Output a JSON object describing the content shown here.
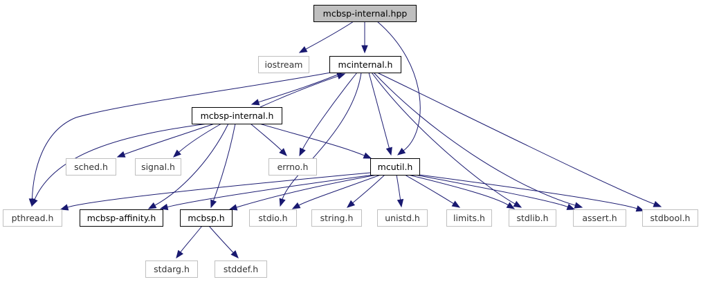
{
  "nodes": [
    {
      "id": "n-mcbsp-internal-hpp",
      "label": "mcbsp-internal.hpp",
      "kind": "root"
    },
    {
      "id": "n-iostream",
      "label": "iostream",
      "kind": "sys"
    },
    {
      "id": "n-mcinternal-h",
      "label": "mcinternal.h",
      "kind": "doc"
    },
    {
      "id": "n-mcbsp-internal-h",
      "label": "mcbsp-internal.h",
      "kind": "doc"
    },
    {
      "id": "n-sched-h",
      "label": "sched.h",
      "kind": "sys"
    },
    {
      "id": "n-signal-h",
      "label": "signal.h",
      "kind": "sys"
    },
    {
      "id": "n-errno-h",
      "label": "errno.h",
      "kind": "sys"
    },
    {
      "id": "n-mcutil-h",
      "label": "mcutil.h",
      "kind": "doc"
    },
    {
      "id": "n-pthread-h",
      "label": "pthread.h",
      "kind": "sys"
    },
    {
      "id": "n-mcbsp-affinity-h",
      "label": "mcbsp-affinity.h",
      "kind": "doc"
    },
    {
      "id": "n-mcbsp-h",
      "label": "mcbsp.h",
      "kind": "doc"
    },
    {
      "id": "n-stdio-h",
      "label": "stdio.h",
      "kind": "sys"
    },
    {
      "id": "n-string-h",
      "label": "string.h",
      "kind": "sys"
    },
    {
      "id": "n-unistd-h",
      "label": "unistd.h",
      "kind": "sys"
    },
    {
      "id": "n-limits-h",
      "label": "limits.h",
      "kind": "sys"
    },
    {
      "id": "n-stdlib-h",
      "label": "stdlib.h",
      "kind": "sys"
    },
    {
      "id": "n-assert-h",
      "label": "assert.h",
      "kind": "sys"
    },
    {
      "id": "n-stdbool-h",
      "label": "stdbool.h",
      "kind": "sys"
    },
    {
      "id": "n-stdarg-h",
      "label": "stdarg.h",
      "kind": "sys"
    },
    {
      "id": "n-stddef-h",
      "label": "stddef.h",
      "kind": "sys"
    }
  ],
  "edges": [
    {
      "from": "n-mcbsp-internal-hpp",
      "to": "n-iostream"
    },
    {
      "from": "n-mcbsp-internal-hpp",
      "to": "n-mcinternal-h"
    },
    {
      "from": "n-mcbsp-internal-hpp",
      "to": "n-mcutil-h"
    },
    {
      "from": "n-mcinternal-h",
      "to": "n-mcbsp-internal-h"
    },
    {
      "from": "n-mcinternal-h",
      "to": "n-pthread-h"
    },
    {
      "from": "n-mcinternal-h",
      "to": "n-errno-h"
    },
    {
      "from": "n-mcinternal-h",
      "to": "n-stdio-h"
    },
    {
      "from": "n-mcinternal-h",
      "to": "n-mcutil-h"
    },
    {
      "from": "n-mcinternal-h",
      "to": "n-stdlib-h"
    },
    {
      "from": "n-mcinternal-h",
      "to": "n-assert-h"
    },
    {
      "from": "n-mcinternal-h",
      "to": "n-stdbool-h"
    },
    {
      "from": "n-mcbsp-internal-h",
      "to": "n-mcinternal-h"
    },
    {
      "from": "n-mcbsp-internal-h",
      "to": "n-pthread-h"
    },
    {
      "from": "n-mcbsp-internal-h",
      "to": "n-sched-h"
    },
    {
      "from": "n-mcbsp-internal-h",
      "to": "n-signal-h"
    },
    {
      "from": "n-mcbsp-internal-h",
      "to": "n-errno-h"
    },
    {
      "from": "n-mcbsp-internal-h",
      "to": "n-mcutil-h"
    },
    {
      "from": "n-mcbsp-internal-h",
      "to": "n-mcbsp-affinity-h"
    },
    {
      "from": "n-mcbsp-internal-h",
      "to": "n-mcbsp-h"
    },
    {
      "from": "n-mcutil-h",
      "to": "n-pthread-h"
    },
    {
      "from": "n-mcutil-h",
      "to": "n-mcbsp-affinity-h"
    },
    {
      "from": "n-mcutil-h",
      "to": "n-mcbsp-h"
    },
    {
      "from": "n-mcutil-h",
      "to": "n-stdio-h"
    },
    {
      "from": "n-mcutil-h",
      "to": "n-string-h"
    },
    {
      "from": "n-mcutil-h",
      "to": "n-unistd-h"
    },
    {
      "from": "n-mcutil-h",
      "to": "n-limits-h"
    },
    {
      "from": "n-mcutil-h",
      "to": "n-stdlib-h"
    },
    {
      "from": "n-mcutil-h",
      "to": "n-assert-h"
    },
    {
      "from": "n-mcutil-h",
      "to": "n-stdbool-h"
    },
    {
      "from": "n-mcbsp-h",
      "to": "n-stdarg-h"
    },
    {
      "from": "n-mcbsp-h",
      "to": "n-stddef-h"
    }
  ],
  "colors": {
    "edge": "#191970",
    "root_fill": "#bfbfbf",
    "doc_border": "#000000",
    "sys_border": "#bfbfbf"
  }
}
